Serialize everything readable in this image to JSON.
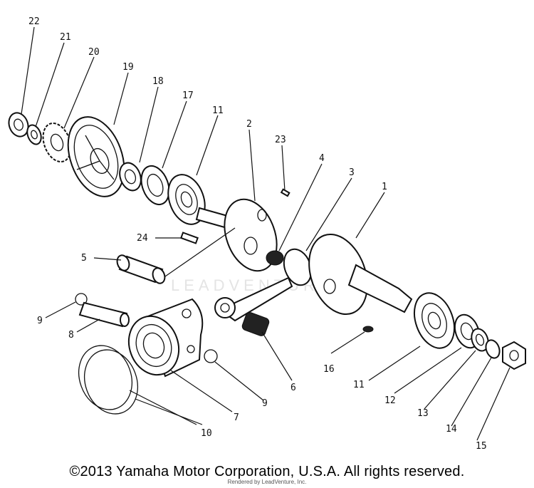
{
  "diagram": {
    "callouts": [
      "22",
      "21",
      "20",
      "19",
      "18",
      "17",
      "11",
      "2",
      "23",
      "4",
      "3",
      "1",
      "24",
      "5",
      "9",
      "8",
      "16",
      "11",
      "12",
      "13",
      "14",
      "15",
      "6",
      "9",
      "7",
      "10"
    ],
    "watermark": "LEADVENTURE"
  },
  "footer": {
    "copyright": "©2013 Yamaha Motor Corporation, U.S.A. All rights reserved.",
    "rendered_by": "Rendered by LeadVenture, Inc."
  }
}
